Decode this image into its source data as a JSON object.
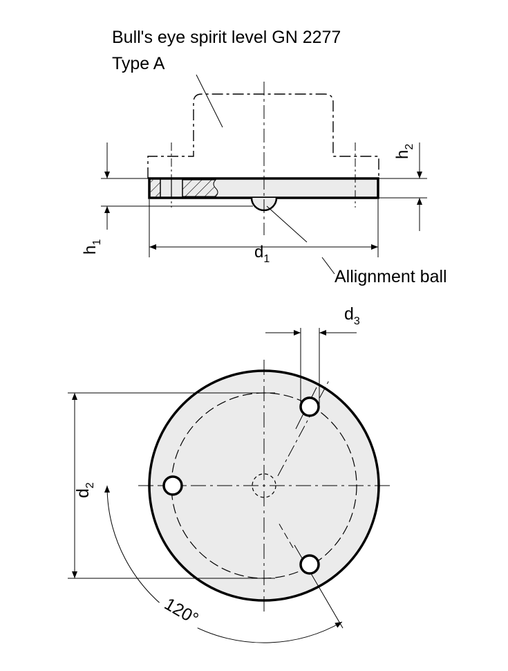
{
  "labels": {
    "title_line1": "Bull's eye spirit level GN 2277",
    "title_line2": "Type A",
    "alignment_ball": "Allignment ball",
    "angle": "120°"
  },
  "dimensions": {
    "d1": {
      "base": "d",
      "sub": "1"
    },
    "d2": {
      "base": "d",
      "sub": "2"
    },
    "d3": {
      "base": "d",
      "sub": "3"
    },
    "h1": {
      "base": "h",
      "sub": "1"
    },
    "h2": {
      "base": "h",
      "sub": "2"
    }
  },
  "colors": {
    "fill": "#ebebeb",
    "line": "#000000",
    "background": "#ffffff"
  }
}
